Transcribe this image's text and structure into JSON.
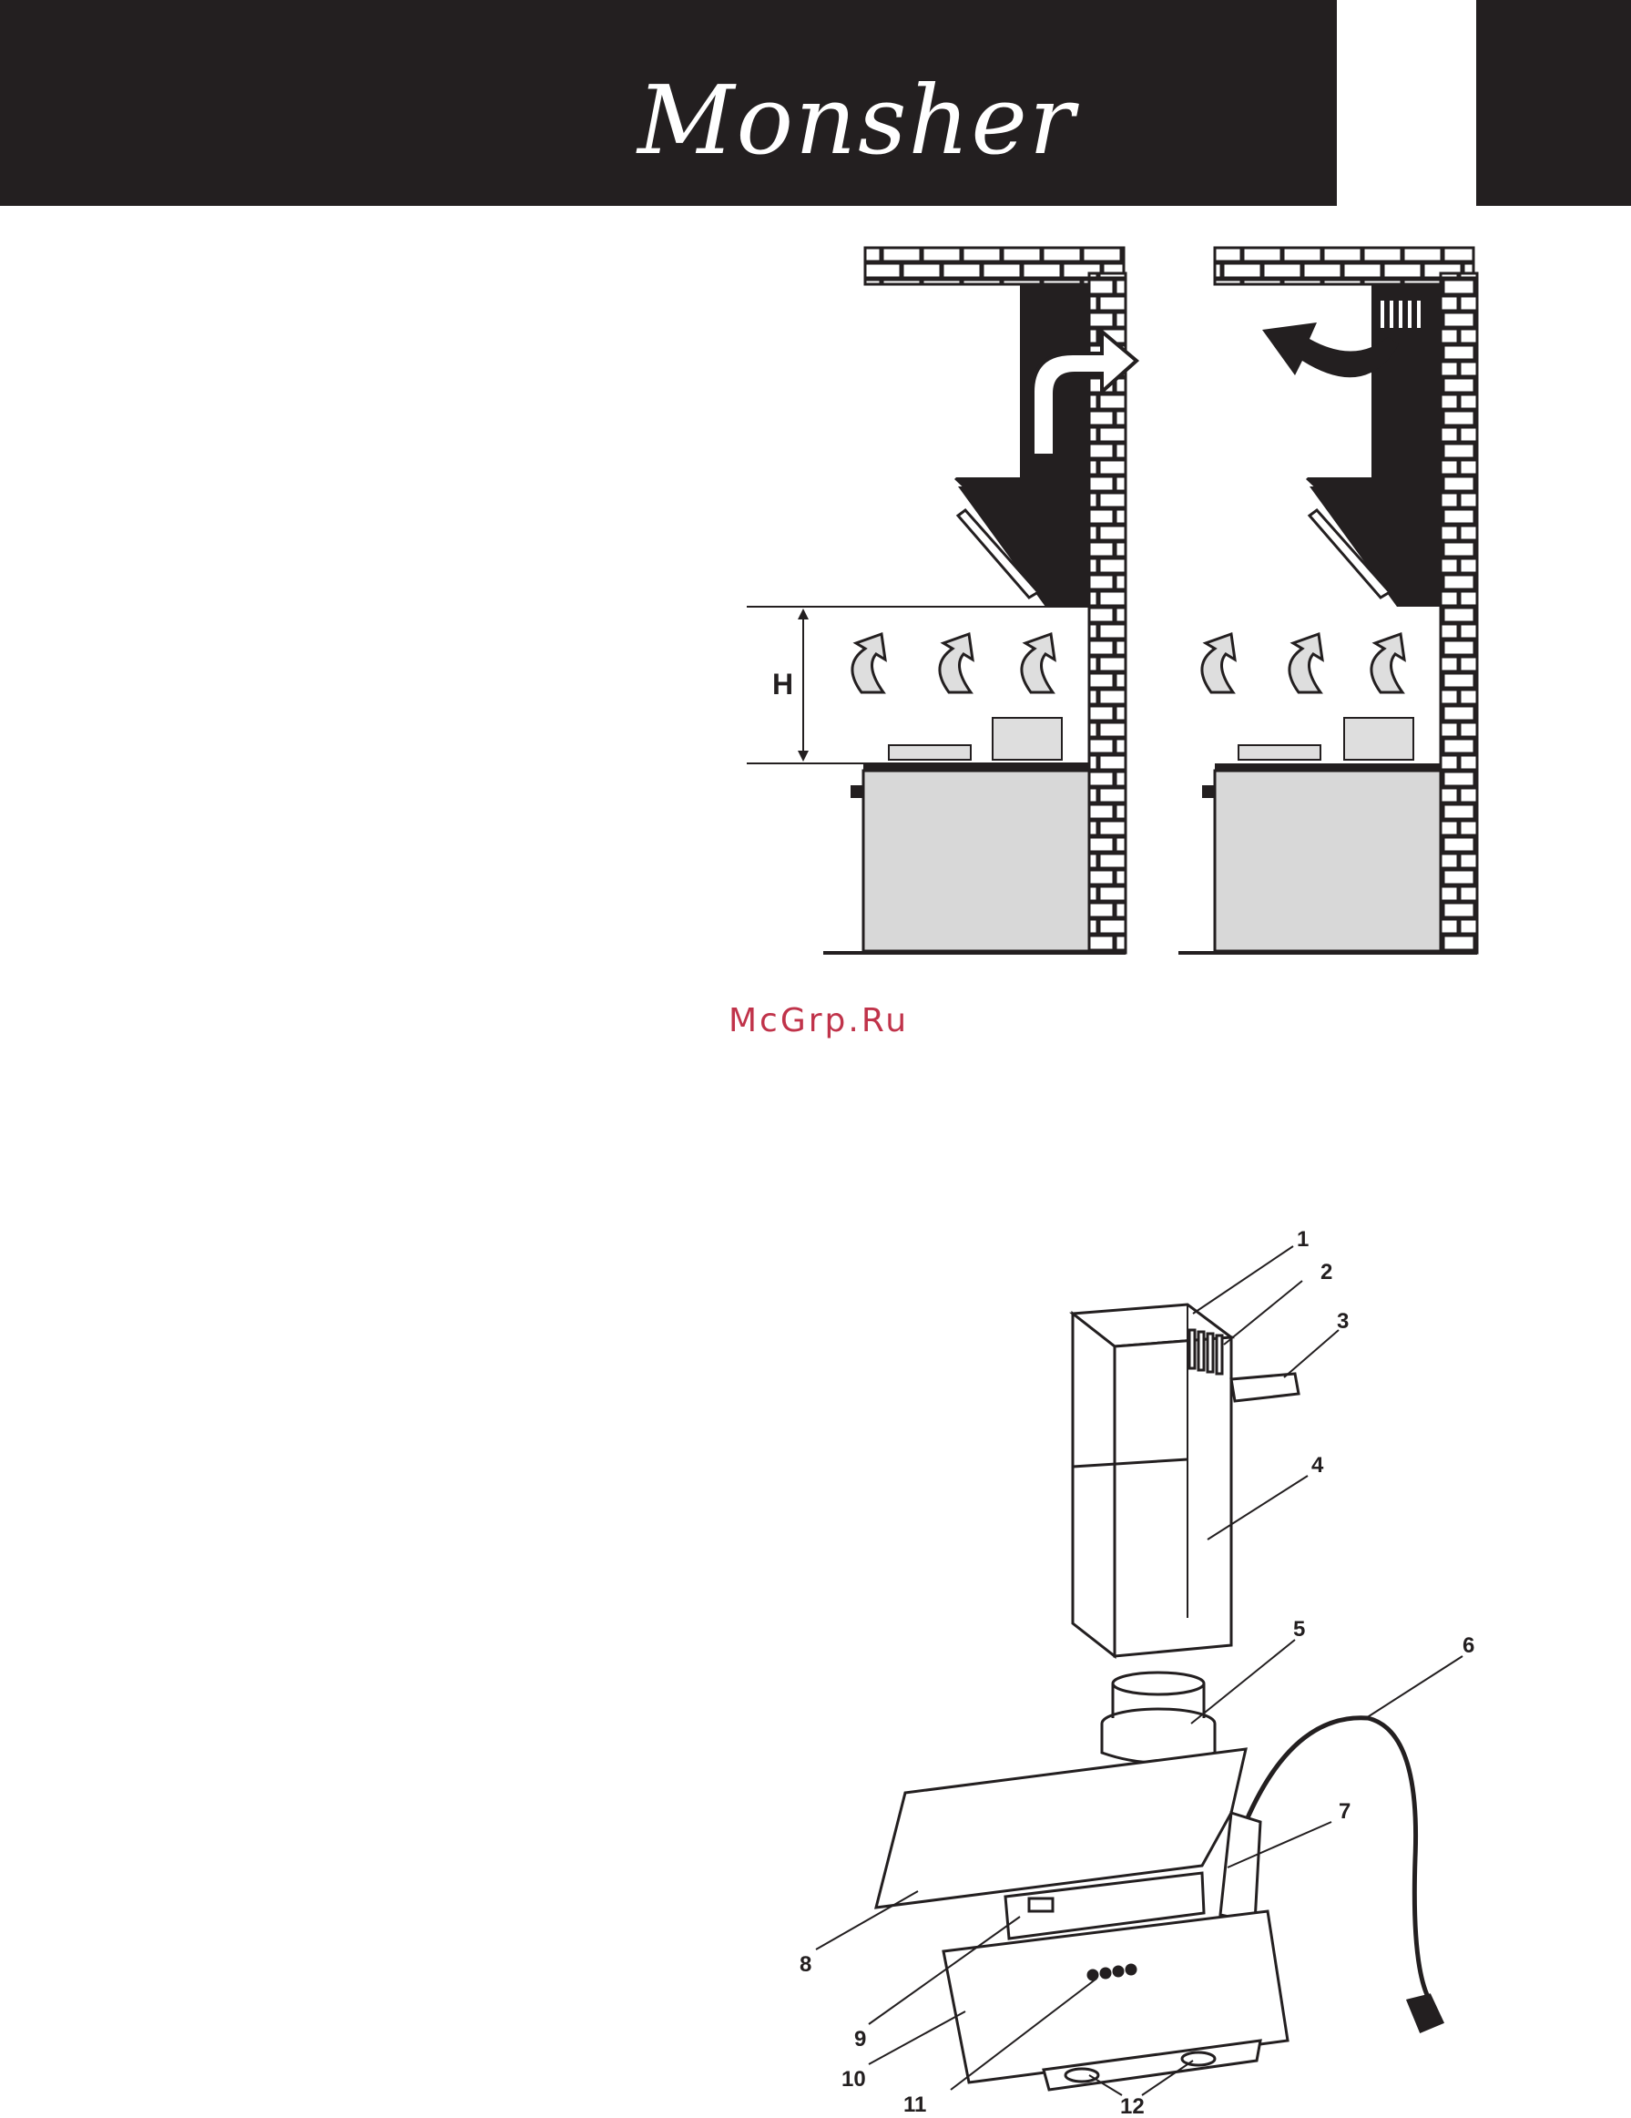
{
  "header": {
    "brand": "Monsher",
    "bar_color": "#231f20"
  },
  "watermark": {
    "text": "McGrp.Ru",
    "color": "#c0334a"
  },
  "install_figure": {
    "height_label": "H"
  },
  "parts_figure": {
    "callouts": [
      "1",
      "2",
      "3",
      "4",
      "5",
      "6",
      "7",
      "8",
      "9",
      "10",
      "11",
      "12"
    ]
  }
}
